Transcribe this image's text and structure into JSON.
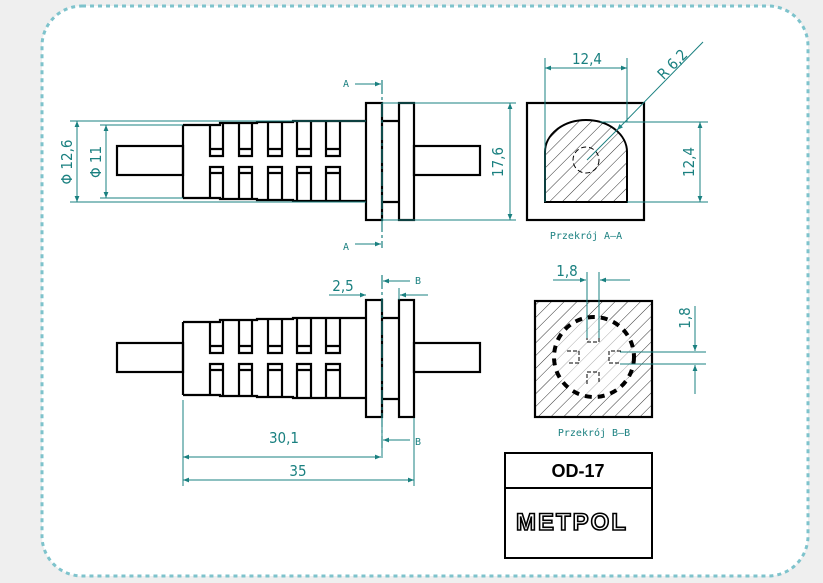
{
  "drawing": {
    "side_view": {
      "dim_outer_diameter": "Φ 12,6",
      "dim_inner_diameter": "Φ 11",
      "dim_flange_height": "17,6",
      "section_marker": "A"
    },
    "section_a": {
      "label": "Przekrój A–A",
      "dim_width": "12,4",
      "dim_height": "12,4",
      "dim_radius": "R 6,2"
    },
    "bottom_view": {
      "dim_flange_gap": "2,5",
      "dim_body_length": "30,1",
      "dim_total_length": "35",
      "section_marker": "B"
    },
    "section_b": {
      "label": "Przekrój B–B",
      "dim_horizontal": "1,8",
      "dim_vertical": "1,8"
    },
    "title_block": {
      "part_number": "OD-17",
      "logo_text": "METPOL"
    },
    "colors": {
      "dimension": "#1a8080",
      "frame": "#7ec3cc",
      "outline": "#000000"
    }
  }
}
